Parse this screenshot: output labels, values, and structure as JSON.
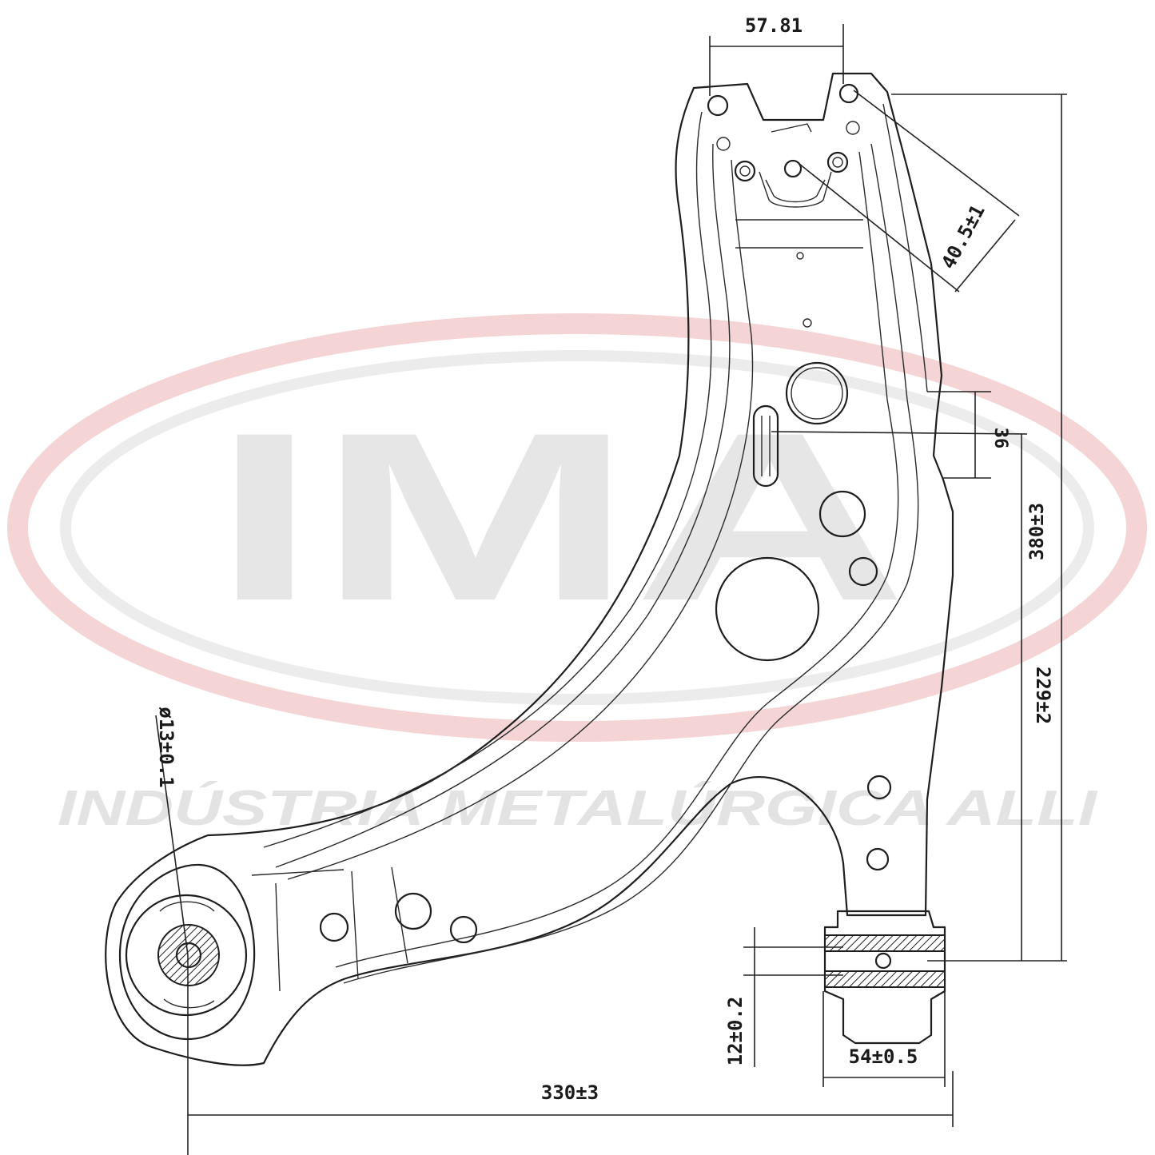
{
  "watermark": {
    "brand": "IMA",
    "tagline": "INDÚSTRIA METALÚRGICA ALLI",
    "ring_color": "#f2c9c9",
    "text_color": "#e6e6e6"
  },
  "drawing": {
    "subject": "control-arm",
    "line_color": "#1e1e1e"
  },
  "dimensions": {
    "top_mount_spacing": "57.81",
    "diagonal_mount": "40.5±1",
    "slot_width": "36",
    "overall_height": "380±3",
    "lower_height": "229±2",
    "bushing_bore": "ø13±0.1",
    "ball_joint_thickness": "12±0.2",
    "ball_joint_width": "54±0.5",
    "overall_length": "330±3"
  }
}
